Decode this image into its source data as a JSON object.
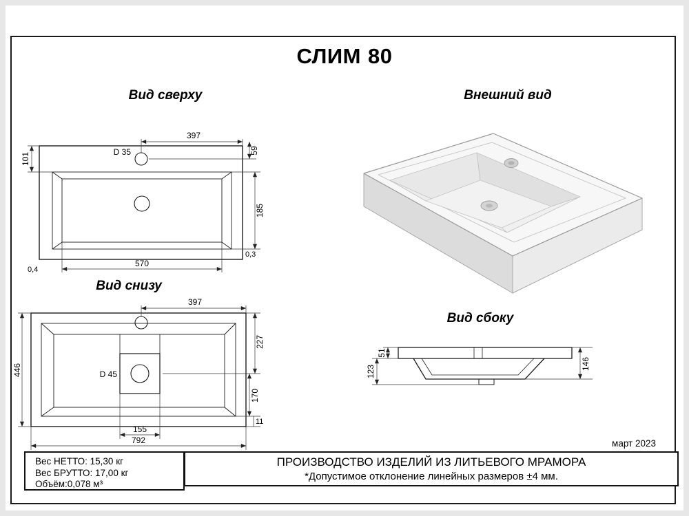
{
  "title": {
    "model": "СЛИМ",
    "size": "80"
  },
  "date": "март 2023",
  "views": {
    "top": {
      "label": "Вид сверху",
      "dims": {
        "center_to_edge": "397",
        "faucet_diameter": "D 35",
        "faucet_offset": "59",
        "front_depth": "101",
        "basin_depth": "185",
        "basin_width": "570",
        "wall_left": "0,4",
        "wall_right": "0,3"
      }
    },
    "external": {
      "label": "Внешний вид"
    },
    "bottom": {
      "label": "Вид снизу",
      "dims": {
        "center_to_edge": "397",
        "top_to_drain": "227",
        "overall_depth": "446",
        "drain_diameter": "D 45",
        "drain_to_back": "170",
        "drain_box_width": "155",
        "overall_width": "792",
        "rim_offset": "11"
      }
    },
    "side": {
      "label": "Вид сбоку",
      "dims": {
        "deck_thickness": "51",
        "bowl_height": "123",
        "overall_height": "146"
      }
    }
  },
  "footer": {
    "weight_net": "Вес НЕТТО: 15,30 кг",
    "weight_gross": "Вес БРУТТО: 17,00 кг",
    "volume": "Объём:0,078 м³",
    "production": "ПРОИЗВОДСТВО ИЗДЕЛИЙ ИЗ ЛИТЬЕВОГО МРАМОРА",
    "tolerance": "*Допустимое отклонение линейных размеров ±4 мм."
  }
}
